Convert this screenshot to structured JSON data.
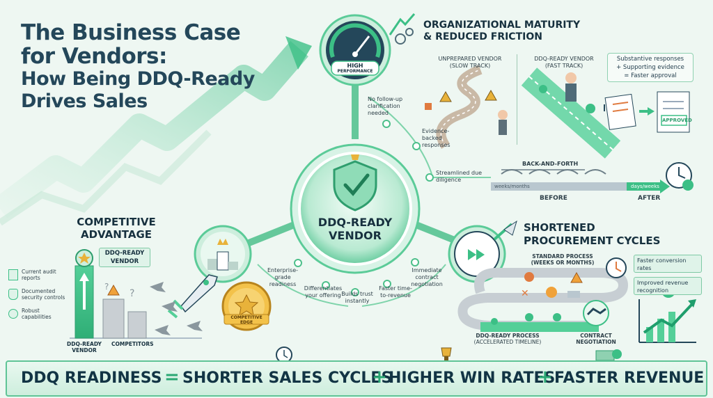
{
  "title": {
    "line1": "The Business Case",
    "line2": "for Vendors:",
    "line3": "How Being DDQ-Ready",
    "line4": "Drives Sales"
  },
  "gauge": {
    "label_line1": "HIGH",
    "label_line2": "PERFORMANCE"
  },
  "center": {
    "line1": "DDQ-READY",
    "line2": "VENDOR"
  },
  "orbit_labels": {
    "no_follow_up": "No follow-up clarification needed",
    "evidence": "Evidence-backed responses",
    "streamlined": "Streamlined due diligence",
    "enterprise": "Enterprise-grade readiness",
    "differentiates": "Differentiates your offering",
    "builds_trust": "Builds trust instantly",
    "faster_ttr": "Faster time-to-revenue",
    "immediate": "Immediate contract negotiation"
  },
  "org": {
    "title_line1": "ORGANIZATIONAL MATURITY",
    "title_line2": "& REDUCED FRICTION",
    "unprepared_line1": "UNPREPARED VENDOR",
    "unprepared_line2": "(SLOW TRACK)",
    "ready_line1": "DDQ-READY VENDOR",
    "ready_line2": "(FAST TRACK)",
    "box_line1": "Substantive responses",
    "box_line2": "+ Supporting evidence",
    "box_line3": "= Faster approval",
    "stamp": "APPROVED"
  },
  "timeline": {
    "back_and_forth": "BACK-AND-FORTH",
    "weeks_months": "weeks/months",
    "days_weeks": "days/weeks",
    "before": "BEFORE",
    "after": "AFTER"
  },
  "competitive": {
    "title_line1": "COMPETITIVE",
    "title_line2": "ADVANTAGE",
    "ready_label_line1": "DDQ-READY",
    "ready_label_line2": "VENDOR",
    "items": [
      {
        "text": "Current audit reports"
      },
      {
        "text": "Documented security controls"
      },
      {
        "text": "Robust capabilities"
      }
    ],
    "bar_ready_line1": "DDQ-READY",
    "bar_ready_line2": "VENDOR",
    "bar_competitors": "COMPETITORS",
    "badge_line1": "COMPETITIVE",
    "badge_line2": "EDGE"
  },
  "procurement": {
    "title_line1": "SHORTENED",
    "title_line2": "PROCUREMENT CYCLES",
    "standard_line1": "STANDARD PROCESS",
    "standard_line2": "(WEEKS OR MONTHS)",
    "faster_conversion": "Faster conversion rates",
    "improved_revenue": "Improved revenue recognition",
    "ready_line1": "DDQ-READY PROCESS",
    "ready_line2": "(ACCELERATED TIMELINE)",
    "contract_line1": "CONTRACT",
    "contract_line2": "NEGOTIATION"
  },
  "banner": {
    "part1": "DDQ READINESS",
    "eq": "=",
    "part2": "SHORTER SALES CYCLES",
    "plus1": "+",
    "part3": "HIGHER WIN RATES",
    "plus2": "+",
    "part4": "FASTER REVENUE"
  },
  "colors": {
    "accent": "#3fc08a",
    "dark_accent": "#1f9e6c",
    "navy": "#17313f",
    "gold": "#e8b23a",
    "warning": "#e07a3f"
  }
}
